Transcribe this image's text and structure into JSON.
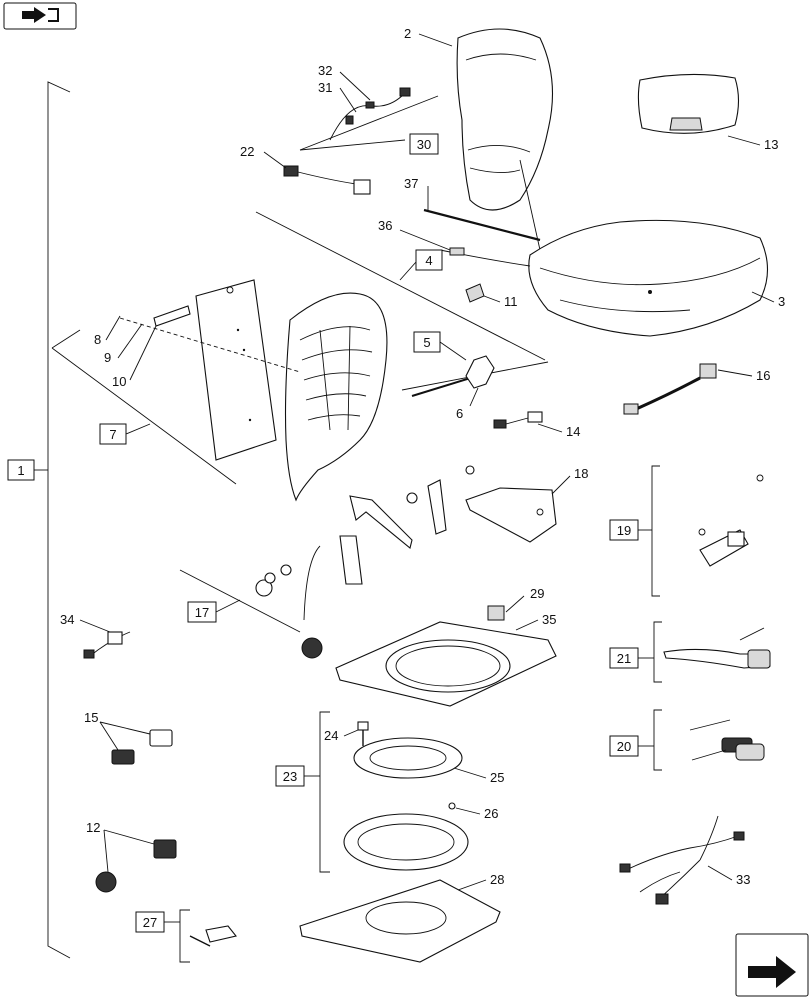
{
  "labels": {
    "l1": "1",
    "l2": "2",
    "l3": "3",
    "l4": "4",
    "l5": "5",
    "l6": "6",
    "l7": "7",
    "l8": "8",
    "l9": "9",
    "l10": "10",
    "l11": "11",
    "l12": "12",
    "l13": "13",
    "l14": "14",
    "l15": "15",
    "l16": "16",
    "l17": "17",
    "l18": "18",
    "l19": "19",
    "l20": "20",
    "l21": "21",
    "l22": "22",
    "l23": "23",
    "l24": "24",
    "l25": "25",
    "l26": "26",
    "l27": "27",
    "l28": "28",
    "l29": "29",
    "l30": "30",
    "l31": "31",
    "l32": "32",
    "l33": "33",
    "l34": "34",
    "l35": "35",
    "l36": "36",
    "l37": "37"
  },
  "icons": {
    "top_left": "book-arrow-icon",
    "bottom_right": "next-page-arrow-icon"
  }
}
